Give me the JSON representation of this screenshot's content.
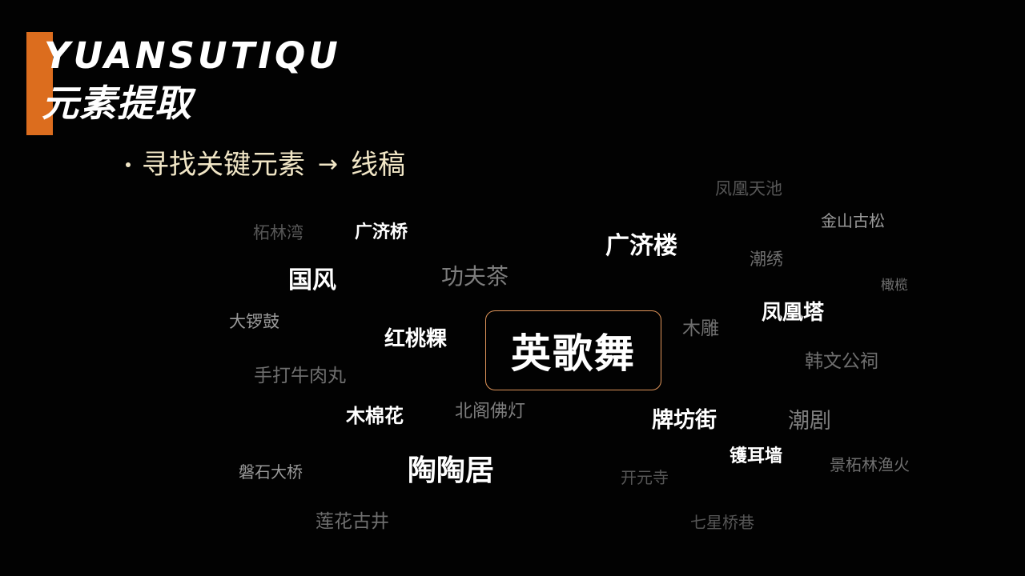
{
  "header": {
    "title_en": "YUANSUTIQU",
    "title_zh": "元素提取"
  },
  "bullet": {
    "left": "寻找关键元素",
    "arrow": "→",
    "right": "线稿"
  },
  "center": {
    "label": "英歌舞"
  },
  "keywords": {
    "k01": "凤凰天池",
    "k02": "金山古松",
    "k03": "柘林湾",
    "k04": "广济桥",
    "k05": "广济楼",
    "k06": "潮绣",
    "k07": "国风",
    "k08": "功夫茶",
    "k09": "橄榄",
    "k10": "凤凰塔",
    "k11": "大锣鼓",
    "k12": "红桃粿",
    "k13": "木雕",
    "k14": "韩文公祠",
    "k15": "手打牛肉丸",
    "k16": "木棉花",
    "k17": "北阁佛灯",
    "k18": "牌坊街",
    "k19": "潮剧",
    "k20": "镬耳墙",
    "k21": "景柘林渔火",
    "k22": "磐石大桥",
    "k23": "陶陶居",
    "k24": "开元寺",
    "k25": "莲花古井",
    "k26": "七星桥巷"
  },
  "colors": {
    "accent": "#dc6d1e",
    "bullet_text": "#f1e6c6",
    "center_border": "#e0955a",
    "background": "#020202"
  }
}
